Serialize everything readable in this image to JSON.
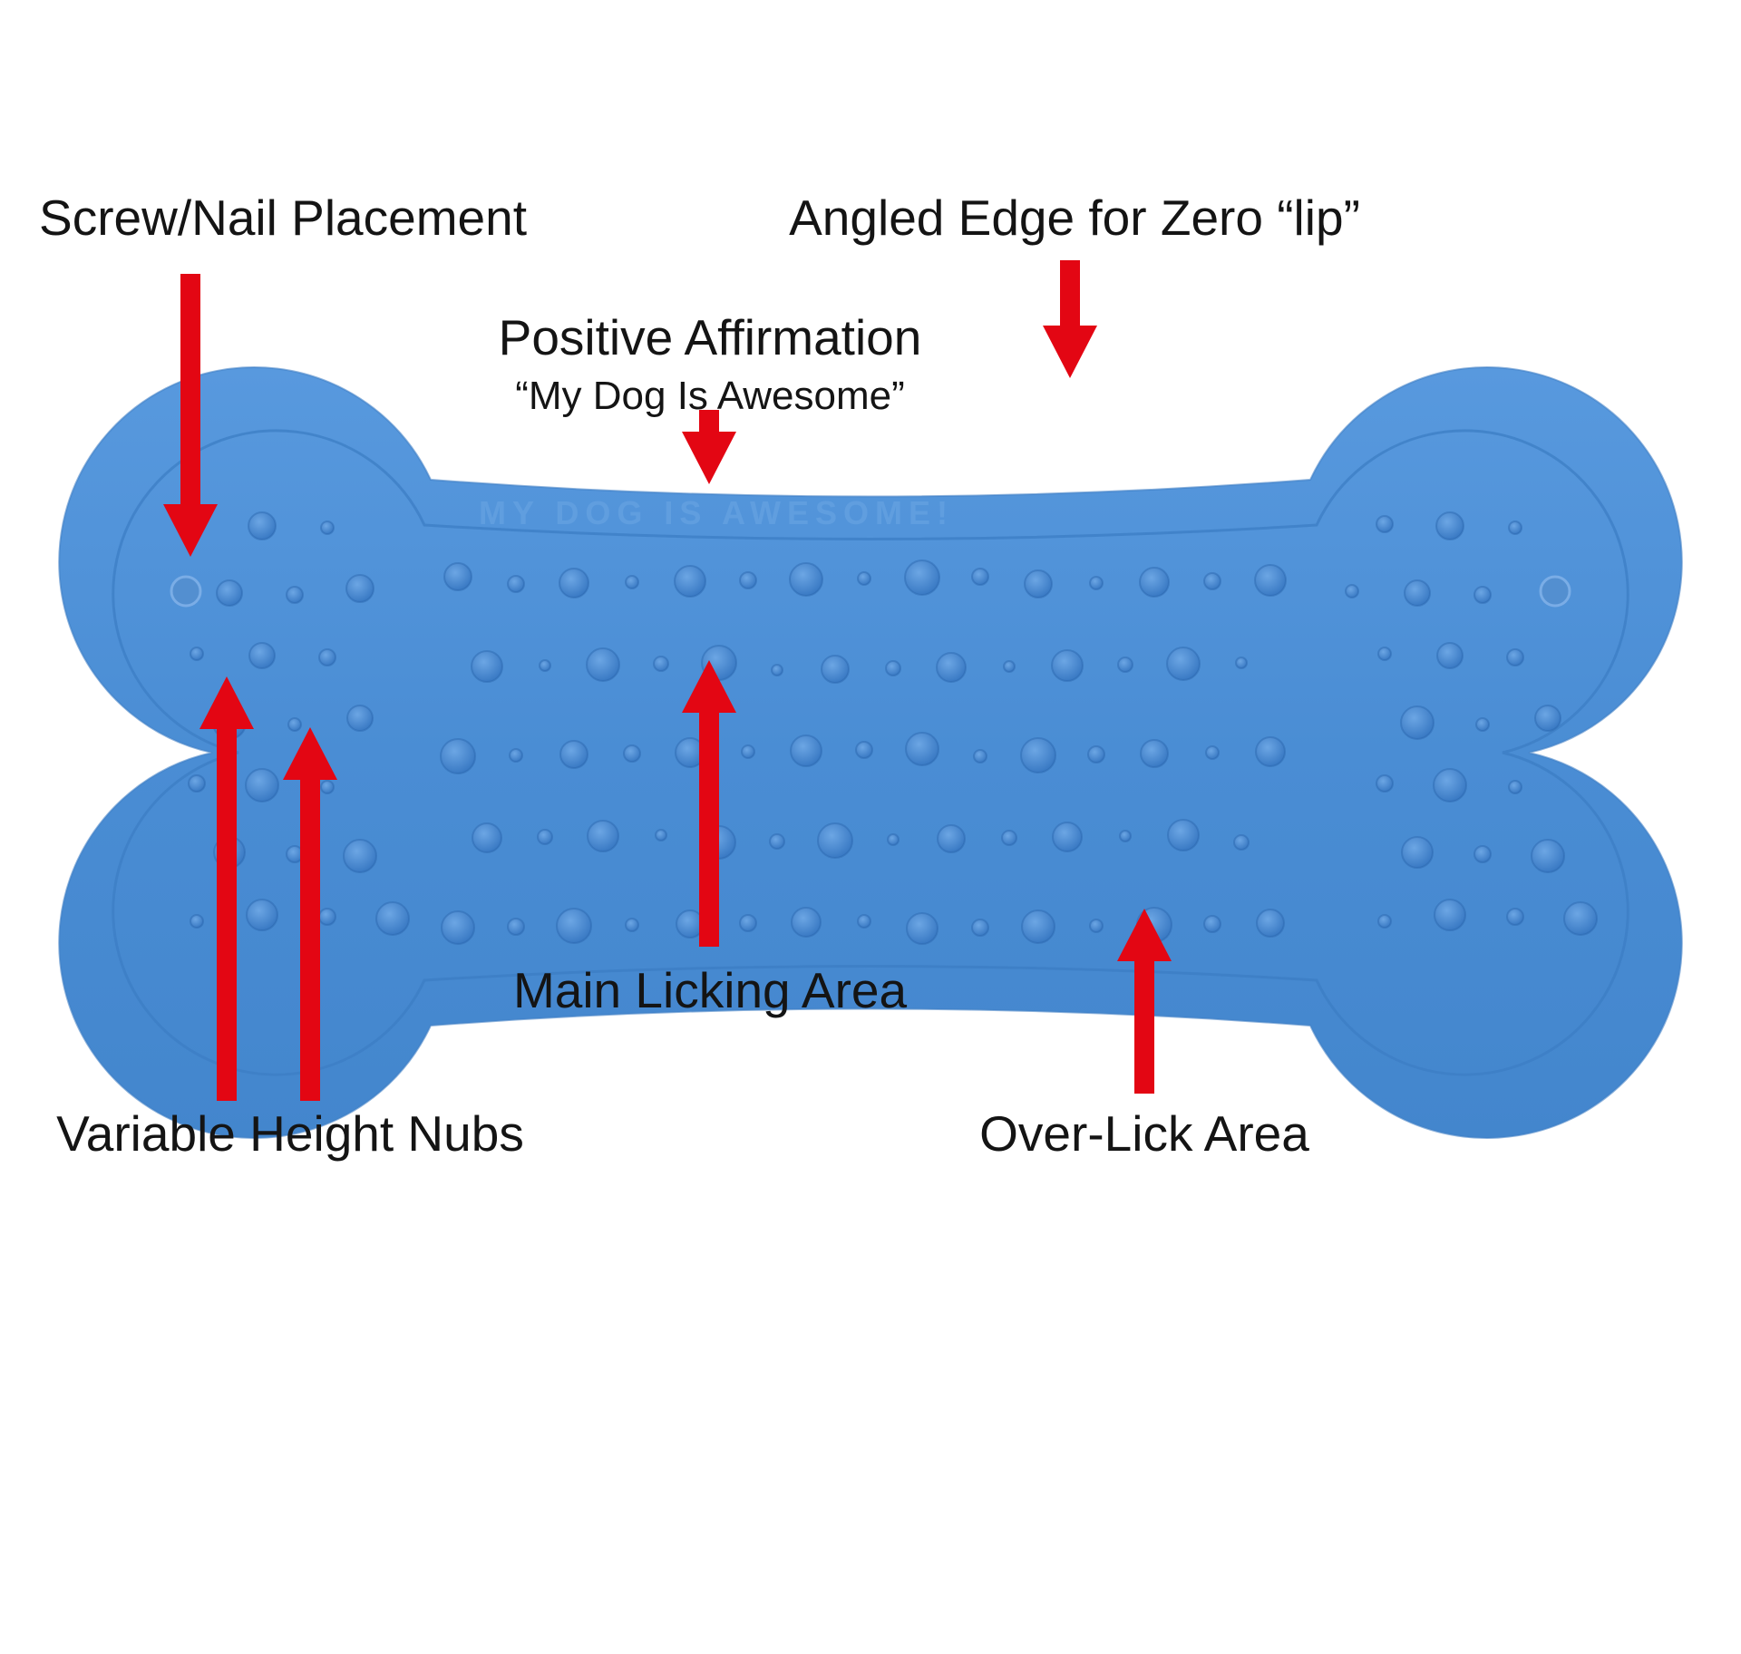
{
  "labels": {
    "screw_nail": "Screw/Nail Placement",
    "angled_edge": "Angled Edge for Zero “lip”",
    "positive_affirmation": "Positive Affirmation",
    "affirmation_quote": "“My Dog Is Awesome”",
    "main_licking": "Main Licking Area",
    "variable_nubs": "Variable Height Nubs",
    "over_lick": "Over-Lick Area"
  },
  "mat": {
    "embossed_text": "MY DOG IS AWESOME!",
    "body_color_top": "#5899de",
    "body_color_mid": "#4a8dd4",
    "body_color_bottom": "#4386cd",
    "edge_color": "#3f7ec5",
    "ridge_color": "#3c7dc4",
    "nub_color_light": "#6ca6e4",
    "nub_color_dark": "#3273bf",
    "nub_edge_color": "#2b66ad",
    "screw_hole_color": "#548fd0",
    "screw_hole_ring_color": "#7fb0e8",
    "emboss_color": "#63a0e0"
  },
  "arrows": {
    "color": "#e30613"
  }
}
